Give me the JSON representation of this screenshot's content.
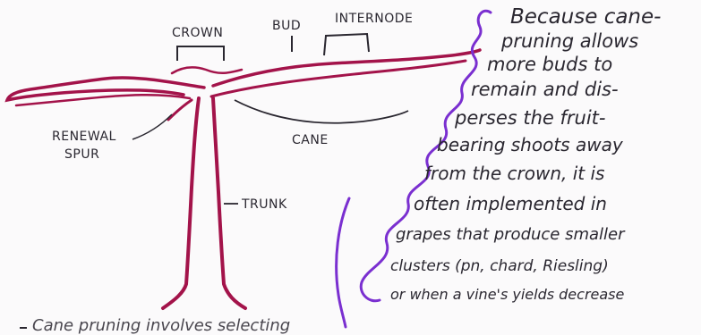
{
  "colors": {
    "vine": "#a3134a",
    "bracket": "#7a2fd0",
    "ink": "#2a2730",
    "paper": "#fbfafb"
  },
  "labels": {
    "crown": "CROWN",
    "bud": "BUD",
    "internode": "INTERNODE",
    "renewal_spur_line1": "RENEWAL",
    "renewal_spur_line2": "SPUR",
    "cane": "CANE",
    "trunk": "TRUNK"
  },
  "note": {
    "lines": [
      "Because cane-",
      "pruning allows",
      "more buds to",
      "remain and dis-",
      "perses the fruit-",
      "bearing shoots away",
      "from the crown, it is",
      "often implemented in",
      "grapes that produce smaller",
      "clusters (pn, chard, Riesling)",
      "or when a vine's yields decrease"
    ]
  },
  "bottom_text": "Cane pruning involves selecting"
}
